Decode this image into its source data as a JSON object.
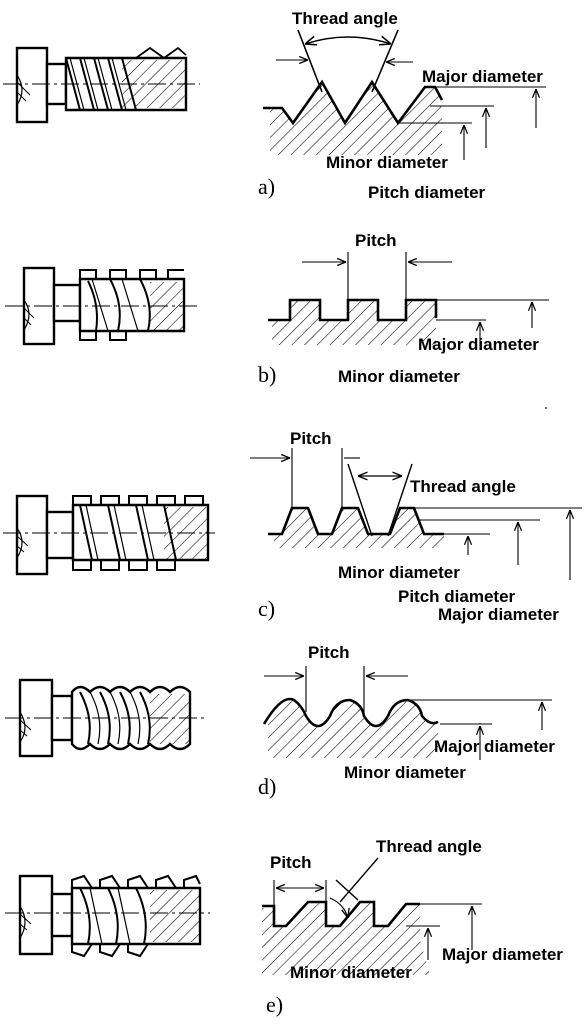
{
  "panels": [
    {
      "id": "a",
      "caption": "a)",
      "labels": {
        "thread_angle": "Thread angle",
        "major_diameter": "Major diameter",
        "minor_diameter": "Minor diameter",
        "pitch_diameter": "Pitch diameter"
      }
    },
    {
      "id": "b",
      "caption": "b)",
      "labels": {
        "pitch": "Pitch",
        "major_diameter": "Major diameter",
        "minor_diameter": "Minor diameter"
      }
    },
    {
      "id": "c",
      "caption": "c)",
      "labels": {
        "pitch": "Pitch",
        "thread_angle": "Thread angle",
        "minor_diameter": "Minor diameter",
        "pitch_diameter": "Pitch diameter",
        "major_diameter": "Major diameter"
      }
    },
    {
      "id": "d",
      "caption": "d)",
      "labels": {
        "pitch": "Pitch",
        "major_diameter": "Major diameter",
        "minor_diameter": "Minor diameter"
      }
    },
    {
      "id": "e",
      "caption": "e)",
      "labels": {
        "pitch": "Pitch",
        "thread_angle": "Thread angle",
        "major_diameter": "Major diameter",
        "minor_diameter": "Minor diameter"
      }
    }
  ]
}
